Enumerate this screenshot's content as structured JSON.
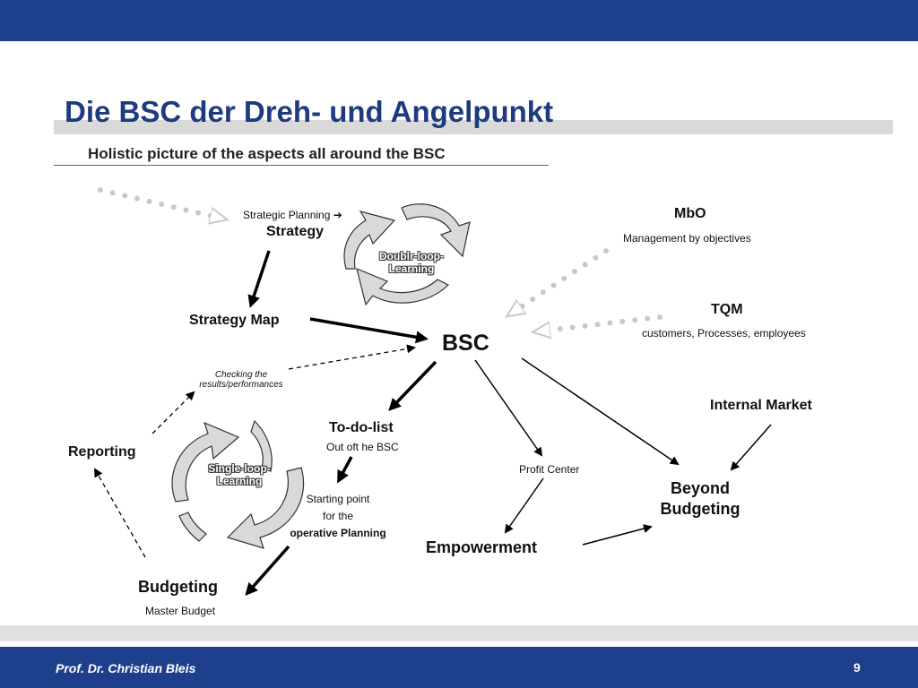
{
  "header": {
    "title": "Die BSC der Dreh- und Angelpunkt",
    "subtitle": "Holistic picture of the aspects all around the BSC"
  },
  "nodes": {
    "strategic_planning": "Strategic Planning ➔",
    "strategy": "Strategy",
    "double_loop_line1": "Doublr-loop-",
    "double_loop_line2": "Learning",
    "mbo": "MbO",
    "mbo_desc": "Management by objectives",
    "strategy_map": "Strategy Map",
    "tqm": "TQM",
    "tqm_desc": "customers, Processes, employees",
    "bsc": "BSC",
    "checking_line1": "Checking the",
    "checking_line2": "results/performances",
    "internal_market": "Internal Market",
    "todo": "To-do-list",
    "todo_desc": "Out oft he BSC",
    "reporting": "Reporting",
    "single_loop_line1": "Single-loop-",
    "single_loop_line2": "Learning",
    "profit_center": "Profit Center",
    "beyond_line1": "Beyond",
    "beyond_line2": "Budgeting",
    "starting_line1": "Starting point",
    "starting_line2": "for the",
    "starting_line3": "operative Planning",
    "empowerment": "Empowerment",
    "budgeting": "Budgeting",
    "master_budget": "Master Budget"
  },
  "footer": {
    "author": "Prof. Dr. Christian Bleis",
    "page": "9"
  },
  "colors": {
    "brand_blue": "#1e3f8c",
    "title_blue": "#1e3a80",
    "dotted_gray": "#c8c8c8"
  }
}
